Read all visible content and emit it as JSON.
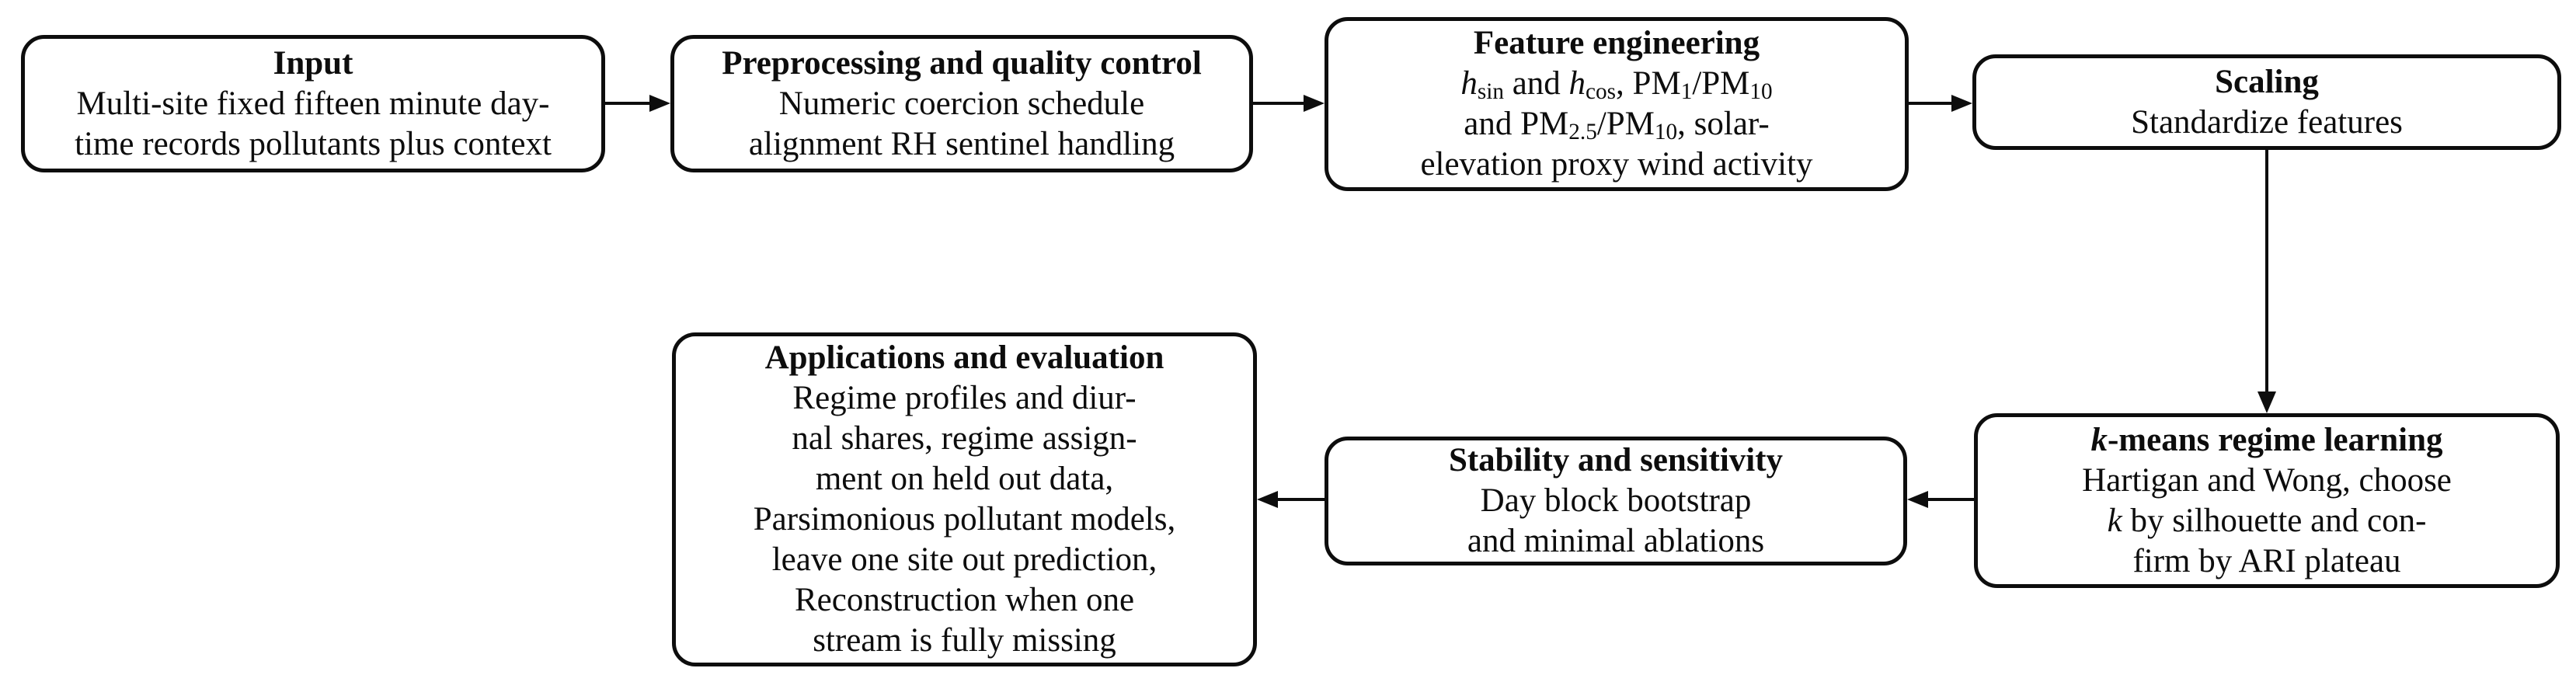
{
  "figure": {
    "type": "flowchart",
    "colors": {
      "background": "#ffffff",
      "box_border": "#0d0d0d",
      "text": "#0d0d0d",
      "arrow": "#0d0d0d"
    },
    "nodes": {
      "input": {
        "title": "Input",
        "lines": [
          "Multi-site fixed fifteen minute day-",
          "time records pollutants plus context"
        ]
      },
      "preprocessing": {
        "title": "Preprocessing and quality control",
        "lines": [
          "Numeric coercion schedule",
          "alignment RH sentinel handling"
        ]
      },
      "feature_engineering": {
        "title": "Feature engineering",
        "lines": [
          "*h*_{sin} and *h*_{cos}, PM_{1}/PM_{10}",
          "and PM_{2.5}/PM_{10}, solar-",
          "elevation proxy wind activity"
        ]
      },
      "scaling": {
        "title": "Scaling",
        "lines": [
          "Standardize features"
        ]
      },
      "kmeans": {
        "title": "*k*-means regime learning",
        "lines": [
          "Hartigan and Wong, choose",
          "*k* by silhouette and con-",
          "firm by ARI plateau"
        ]
      },
      "stability": {
        "title": "Stability and sensitivity",
        "lines": [
          "Day block bootstrap",
          "and minimal ablations"
        ]
      },
      "applications": {
        "title": "Applications and evaluation",
        "lines": [
          "Regime profiles and diur-",
          "nal shares, regime assign-",
          "ment on held out data,",
          "Parsimonious pollutant models,",
          "leave one site out prediction,",
          "Reconstruction when one",
          "stream is fully missing"
        ]
      }
    },
    "edges": [
      {
        "from": "input",
        "to": "preprocessing",
        "direction": "right"
      },
      {
        "from": "preprocessing",
        "to": "feature_engineering",
        "direction": "right"
      },
      {
        "from": "feature_engineering",
        "to": "scaling",
        "direction": "right"
      },
      {
        "from": "scaling",
        "to": "kmeans",
        "direction": "down"
      },
      {
        "from": "kmeans",
        "to": "stability",
        "direction": "left"
      },
      {
        "from": "stability",
        "to": "applications",
        "direction": "left"
      }
    ]
  }
}
